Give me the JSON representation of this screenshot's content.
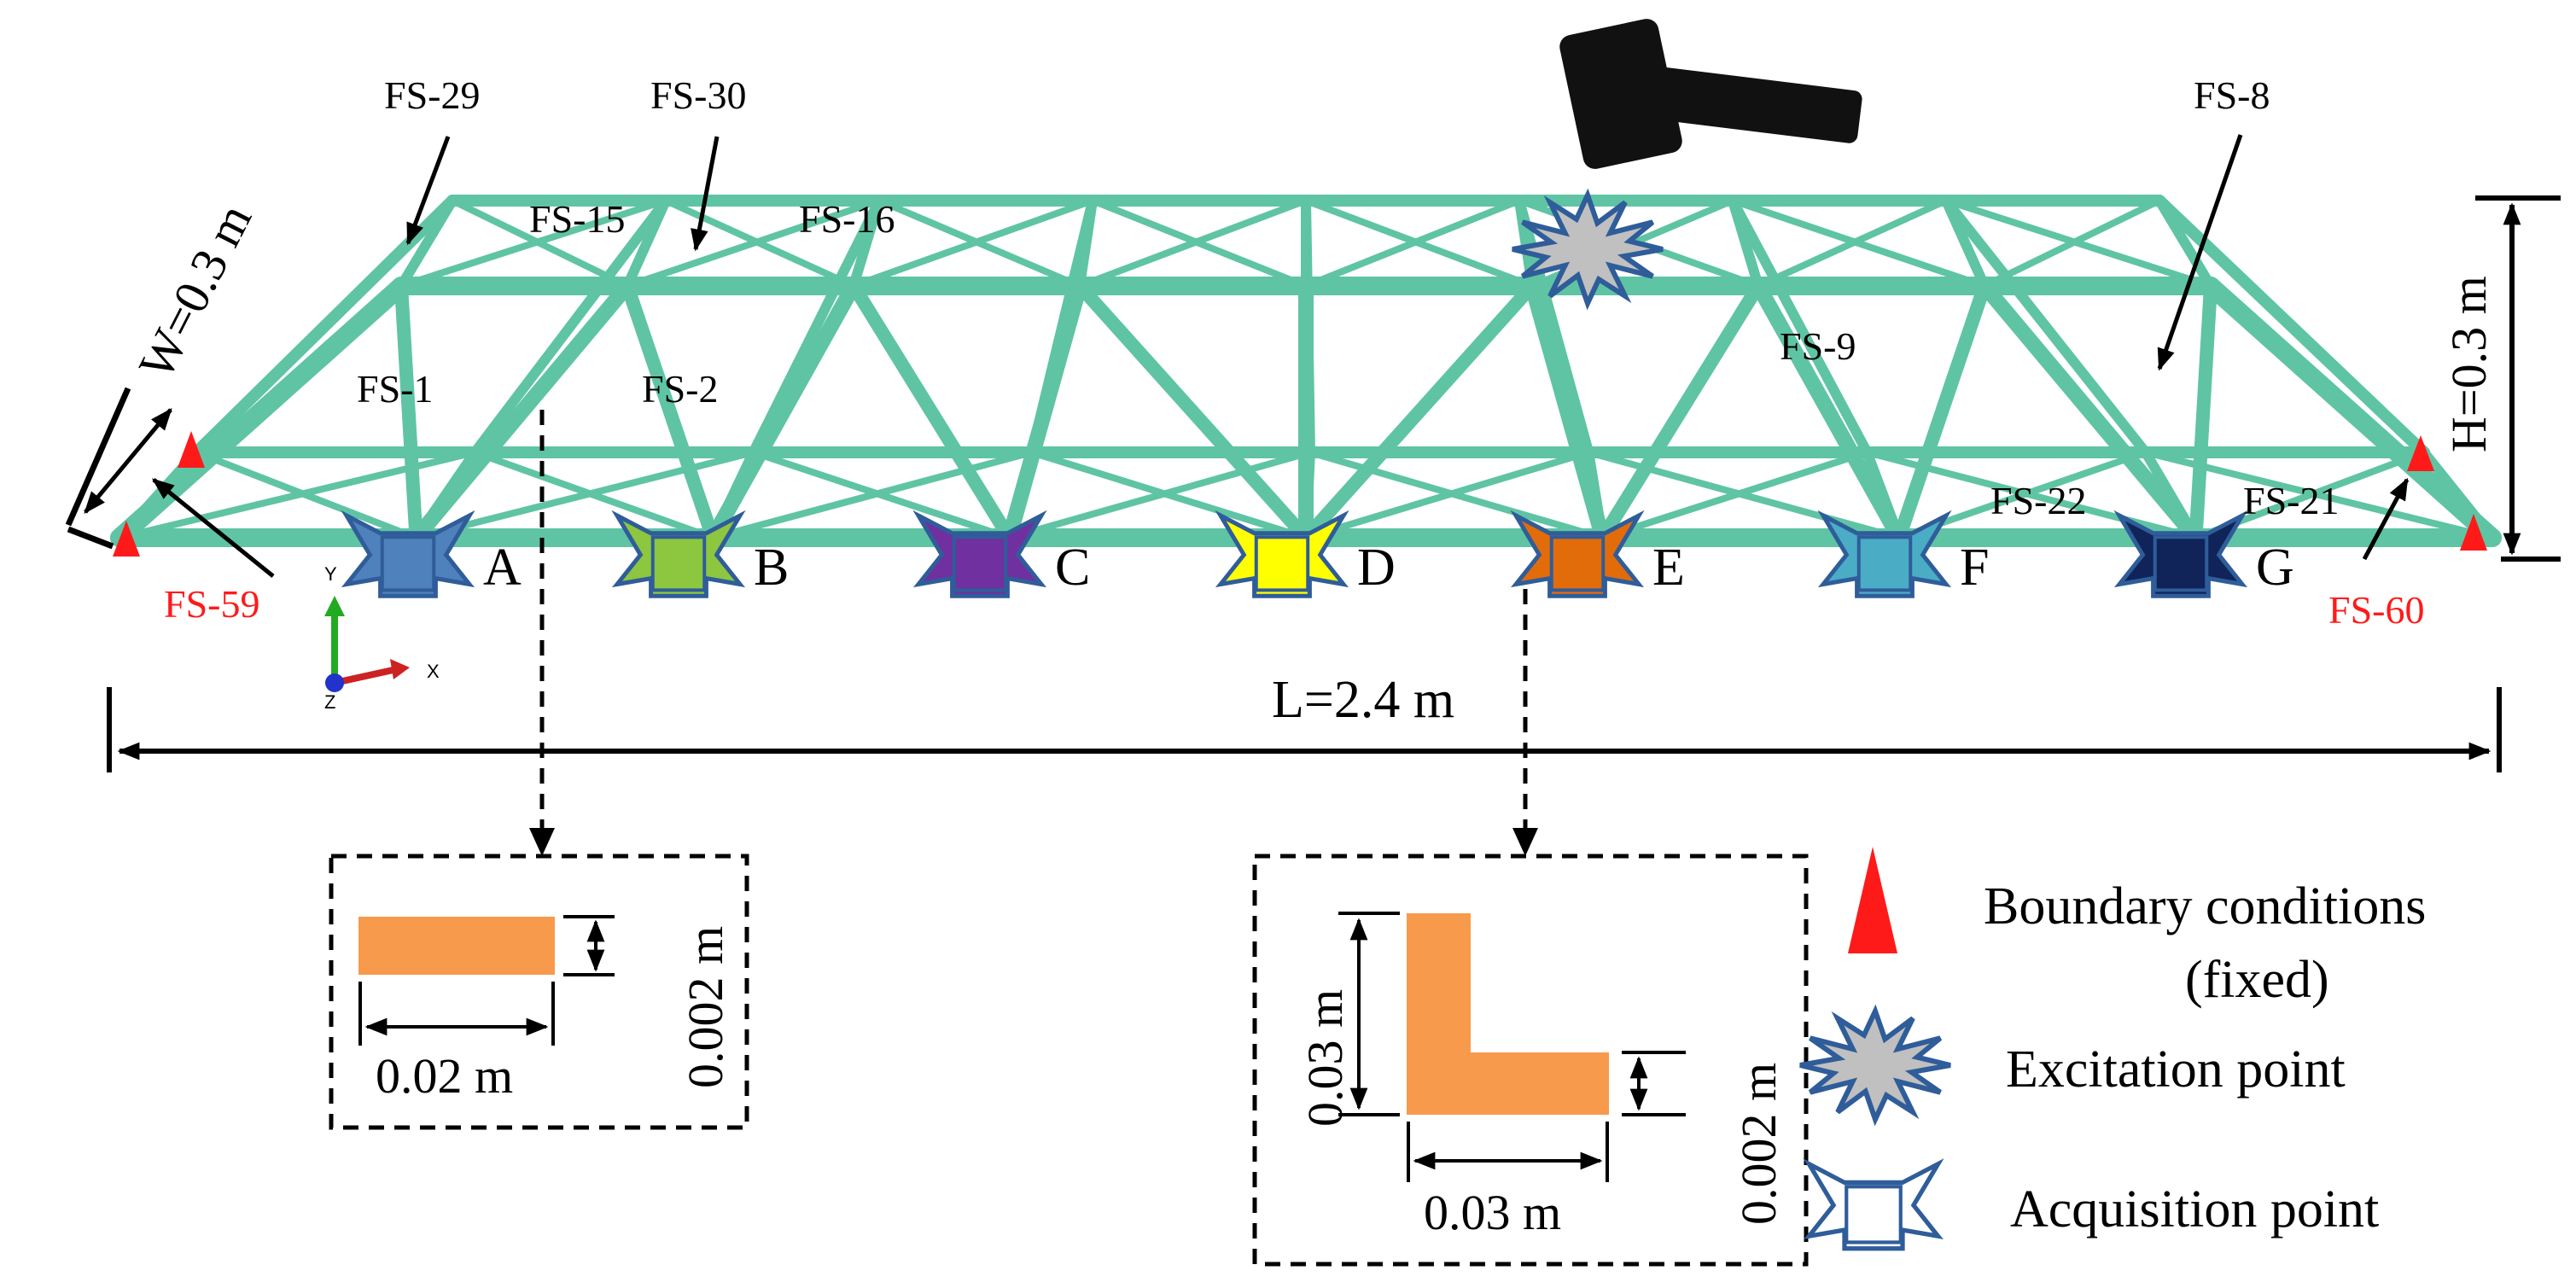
{
  "colors": {
    "truss": "#5fc4a4",
    "truss_dark": "#3e9f82",
    "section_fill": "#f79a4b",
    "boundary": "#ff1a1a",
    "excitation_fill": "#c0c0c0",
    "excitation_stroke": "#2f5d9a",
    "sensor_outline": "#2f5d9a",
    "hammer": "#111111",
    "axis_x": "#cc2222",
    "axis_y": "#22aa22",
    "axis_z": "#2233cc"
  },
  "members": {
    "fs29": "FS-29",
    "fs30": "FS-30",
    "fs15": "FS-15",
    "fs16": "FS-16",
    "fs1": "FS-1",
    "fs2": "FS-2",
    "fs9": "FS-9",
    "fs8": "FS-8",
    "fs22": "FS-22",
    "fs21": "FS-21",
    "fs59": "FS-59",
    "fs60": "FS-60"
  },
  "sensors": [
    {
      "label": "A",
      "color": "#4f81bd"
    },
    {
      "label": "B",
      "color": "#8dc63f"
    },
    {
      "label": "C",
      "color": "#7030a0"
    },
    {
      "label": "D",
      "color": "#ffff00"
    },
    {
      "label": "E",
      "color": "#e36c0a"
    },
    {
      "label": "F",
      "color": "#4bacc6"
    },
    {
      "label": "G",
      "color": "#10245a"
    }
  ],
  "dimensions": {
    "width": "W=0.3 m",
    "height": "H=0.3 m",
    "length": "L=2.4 m"
  },
  "axes": {
    "x": "X",
    "y": "Y",
    "z": "Z"
  },
  "flat_section": {
    "width": "0.02 m",
    "thickness": "0.002 m"
  },
  "angle_section": {
    "height": "0.03 m",
    "width": "0.03 m",
    "thickness": "0.002 m"
  },
  "legend": {
    "boundary_line1": "Boundary conditions",
    "boundary_line2": "(fixed)",
    "excitation": "Excitation point",
    "acquisition": "Acquisition point"
  }
}
